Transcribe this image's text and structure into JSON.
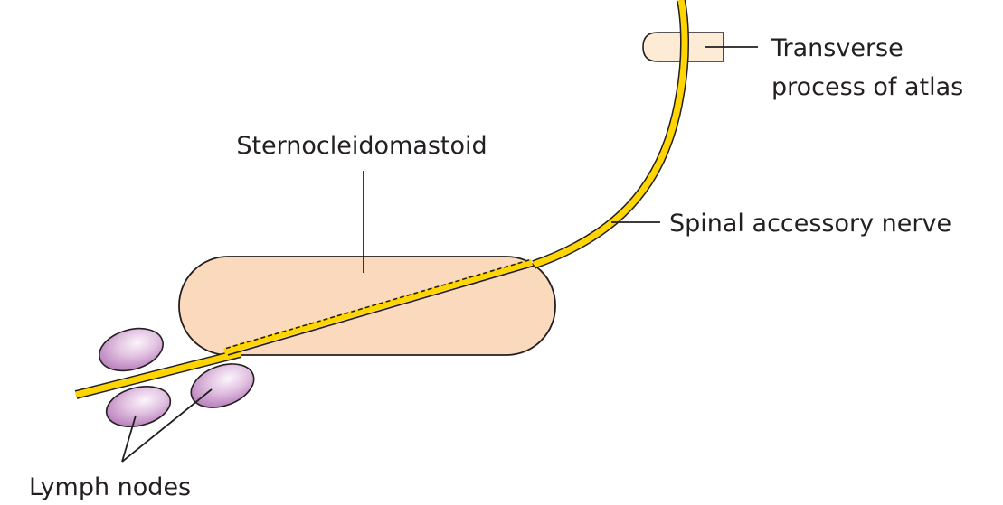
{
  "labels": {
    "transverse_line1": "Transverse",
    "transverse_line2": "process of atlas",
    "sternocleidomastoid": "Sternocleidomastoid",
    "spinal_accessory_nerve": "Spinal accessory nerve",
    "lymph_nodes": "Lymph nodes"
  },
  "colors": {
    "muscle_fill": "#fbd9bc",
    "process_fill": "#fdebd6",
    "outline": "#231f20",
    "nerve": "#ffd500",
    "node_fill": "#d6a6d6",
    "node_highlight": "#f7ecf7"
  }
}
